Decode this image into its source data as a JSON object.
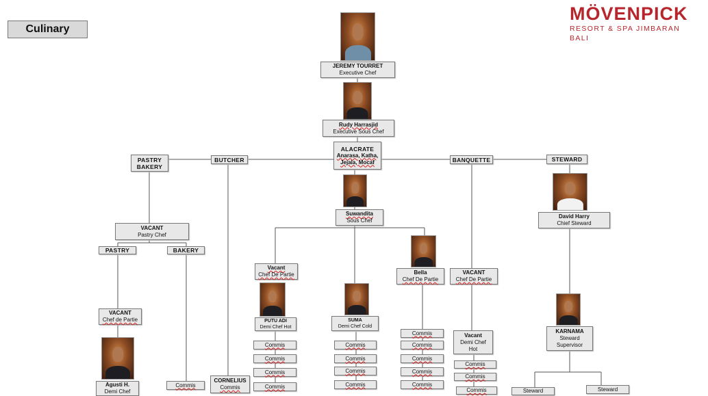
{
  "page": {
    "title": "Culinary"
  },
  "logo": {
    "brand": "MÖVENPICK",
    "line1": "RESORT & SPA JIMBARAN",
    "line2": "BALI"
  },
  "top": {
    "exec_chef": {
      "name": "JEREMY TOURRET",
      "role": "Executive Chef"
    },
    "exec_sous": {
      "name": "Rudy Harrasjid",
      "role": "Executive Sous Chef"
    }
  },
  "sections": {
    "pastry_bakery": {
      "label_1": "PASTRY",
      "label_2": "BAKERY"
    },
    "butcher": {
      "label": "BUTCHER"
    },
    "alacrate": {
      "label": "ALACRATE",
      "members_1": "Anarasa, Katha,",
      "members_2": "Jejala, Mocaf"
    },
    "banquette": {
      "label": "BANQUETTE"
    },
    "steward": {
      "label": "STEWARD"
    }
  },
  "pastry": {
    "head": {
      "name": "VACANT",
      "role": "Pastry Chef"
    },
    "pastry_label": "PASTRY",
    "bakery_label": "BAKERY",
    "cdp": {
      "name": "VACANT",
      "role": "Chef de Partie"
    },
    "demi": {
      "name": "Agusti H.",
      "role": "Demi Chef"
    },
    "bakery_commis": "Commis"
  },
  "butcher_staff": {
    "name": "CORNELIUS",
    "role": "Commis"
  },
  "kitchen": {
    "sous": {
      "name": "Suwandita",
      "role": "Sous Chef"
    },
    "hot_cdp": {
      "name": "Vacant",
      "role": "Chef De Partie"
    },
    "hot_demi": {
      "name": "PUTU ADI",
      "role": "Demi Chef Hot"
    },
    "cold_demi": {
      "name": "SUMA",
      "role": "Demi Chef Cold"
    },
    "bella": {
      "name": "Bella",
      "role": "Chef De Partie"
    },
    "hot_commis": [
      "Commis",
      "Commis",
      "Commis",
      "Commis"
    ],
    "cold_commis": [
      "Commis",
      "Commis",
      "Commis",
      "Commis"
    ],
    "bella_commis": [
      "Commis",
      "Commis",
      "Commis",
      "Commis",
      "Commis"
    ]
  },
  "banquet": {
    "cdp": {
      "name": "VACANT",
      "role": "Chef De Partie"
    },
    "demi": {
      "name": "Vacant",
      "role_1": "Demi Chef",
      "role_2": "Hot"
    },
    "commis": [
      "Commis",
      "Commis",
      "Commis"
    ]
  },
  "steward_team": {
    "chief": {
      "name": "David Harry",
      "role": "Chief Steward"
    },
    "supervisor": {
      "name": "KARNAMA",
      "role_1": "Steward",
      "role_2": "Supervisor"
    },
    "stewards": [
      "Steward",
      "Steward"
    ]
  }
}
